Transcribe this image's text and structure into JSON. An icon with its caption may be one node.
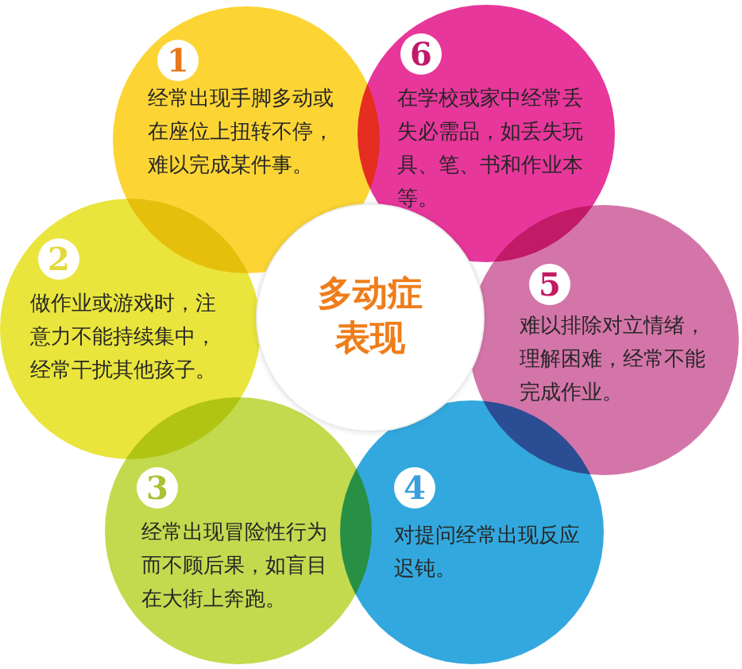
{
  "diagram": {
    "nodes": [
      {
        "text": [
          "多动症表现"
        ]
      },
      {
        "text": [
          "经常出现手脚多动或在座位上扭转不停，难以完成某件事。"
        ]
      },
      {
        "text": [
          "1"
        ],
        "in": 1
      },
      {
        "text": [
          "做作业或游戏时，注意力不能持续集中，经常干扰其他孩子。"
        ]
      },
      {
        "text": [
          "2"
        ],
        "in": 3
      },
      {
        "text": [
          "经常出现冒险性行为而不顾后果，如盲目在大街上奔跑。"
        ]
      },
      {
        "text": [
          "3"
        ],
        "in": 5
      },
      {
        "text": [
          "对提问经常出现反应迟钝。"
        ]
      },
      {
        "text": [
          "4"
        ],
        "in": 7
      },
      {
        "text": [
          "难以排除对立情绪，理解困难，经常不能完成作业。"
        ]
      },
      {
        "text": [
          "5"
        ],
        "in": 9
      },
      {
        "text": [
          "在学校或家中经常丢失必需品，如丢失玩具、笔、书和作业本等。"
        ]
      },
      {
        "text": [
          "6"
        ],
        "in": 11
      }
    ]
  }
}
